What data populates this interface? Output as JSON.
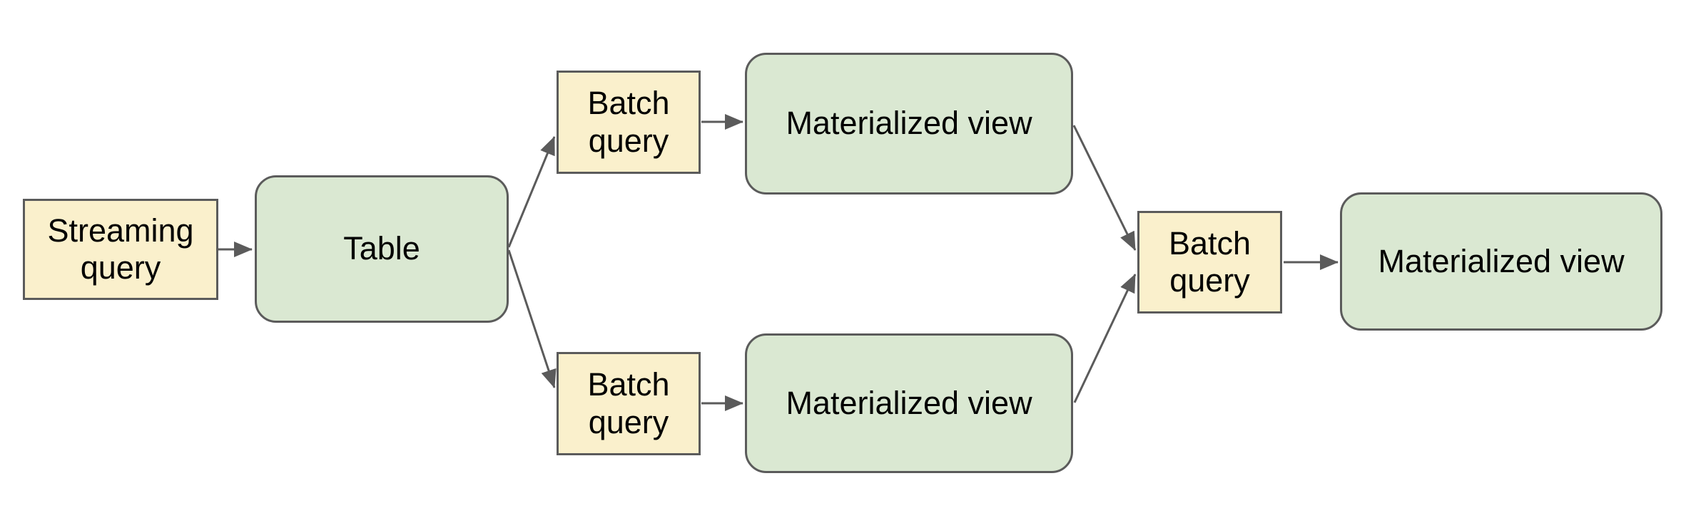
{
  "colors": {
    "background": "#ffffff",
    "query_fill": "#FAF0CC",
    "view_fill": "#DAE8D2",
    "stroke": "#5B5B5B",
    "text": "#000000"
  },
  "nodes": [
    {
      "id": "streaming-query",
      "label": "Streaming query",
      "shape": "rectangle"
    },
    {
      "id": "table",
      "label": "Table",
      "shape": "rounded-rectangle"
    },
    {
      "id": "batch-query-top",
      "label": "Batch query",
      "shape": "rectangle"
    },
    {
      "id": "materialized-view-top",
      "label": "Materialized view",
      "shape": "rounded-rectangle"
    },
    {
      "id": "batch-query-bottom",
      "label": "Batch query",
      "shape": "rectangle"
    },
    {
      "id": "materialized-view-bottom",
      "label": "Materialized view",
      "shape": "rounded-rectangle"
    },
    {
      "id": "batch-query-right",
      "label": "Batch query",
      "shape": "rectangle"
    },
    {
      "id": "materialized-view-right",
      "label": "Materialized view",
      "shape": "rounded-rectangle"
    }
  ],
  "edges": [
    {
      "from": "streaming-query",
      "to": "table"
    },
    {
      "from": "table",
      "to": "batch-query-top"
    },
    {
      "from": "table",
      "to": "batch-query-bottom"
    },
    {
      "from": "batch-query-top",
      "to": "materialized-view-top"
    },
    {
      "from": "batch-query-bottom",
      "to": "materialized-view-bottom"
    },
    {
      "from": "materialized-view-top",
      "to": "batch-query-right"
    },
    {
      "from": "materialized-view-bottom",
      "to": "batch-query-right"
    },
    {
      "from": "batch-query-right",
      "to": "materialized-view-right"
    }
  ]
}
